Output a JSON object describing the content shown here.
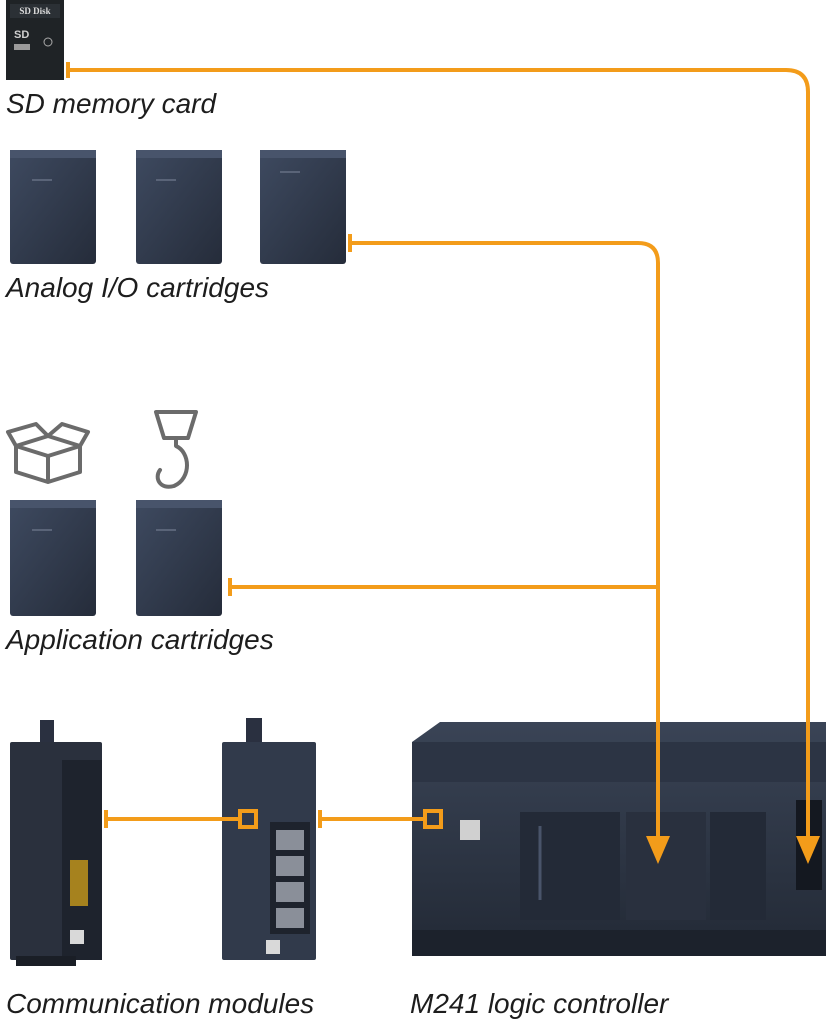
{
  "captions": {
    "sd_card": "SD memory card",
    "analog_io": "Analog I/O cartridges",
    "application": "Application cartridges",
    "communication": "Communication modules",
    "controller": "M241 logic controller"
  },
  "sd_card_label": "SD Disk",
  "colors": {
    "connector": "#f39c1a",
    "module_dark": "#2d3646",
    "module_face": "#374155",
    "module_edge": "#1e2430",
    "icon_gray": "#6b6b6b"
  }
}
